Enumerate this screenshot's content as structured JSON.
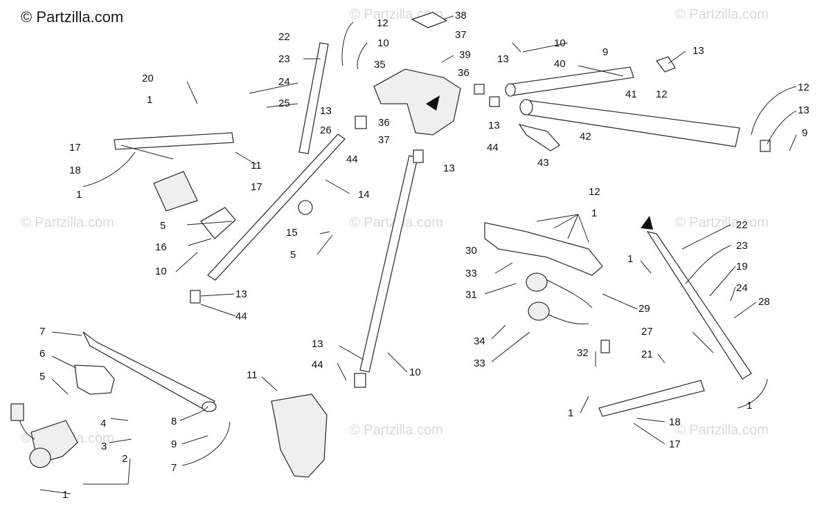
{
  "brand": {
    "text": "© Partzilla.com"
  },
  "watermark": {
    "text": "© Partzilla.com"
  },
  "callouts": [
    {
      "id": "c1",
      "label": "38"
    },
    {
      "id": "c2",
      "label": "12"
    },
    {
      "id": "c3",
      "label": "37"
    },
    {
      "id": "c4",
      "label": "22"
    },
    {
      "id": "c5",
      "label": "10"
    },
    {
      "id": "c6",
      "label": "39"
    },
    {
      "id": "c7",
      "label": "10"
    },
    {
      "id": "c8",
      "label": "9"
    },
    {
      "id": "c9",
      "label": "13"
    },
    {
      "id": "c10",
      "label": "23"
    },
    {
      "id": "c11",
      "label": "35"
    },
    {
      "id": "c12",
      "label": "36"
    },
    {
      "id": "c13",
      "label": "13"
    },
    {
      "id": "c14",
      "label": "40"
    },
    {
      "id": "c15",
      "label": "20"
    },
    {
      "id": "c16",
      "label": "24"
    },
    {
      "id": "c17",
      "label": "12"
    },
    {
      "id": "c18",
      "label": "12"
    },
    {
      "id": "c19",
      "label": "1"
    },
    {
      "id": "c20",
      "label": "25"
    },
    {
      "id": "c21",
      "label": "41"
    },
    {
      "id": "c22",
      "label": "13"
    },
    {
      "id": "c23",
      "label": "13"
    },
    {
      "id": "c24",
      "label": "13"
    },
    {
      "id": "c25",
      "label": "26"
    },
    {
      "id": "c26",
      "label": "36"
    },
    {
      "id": "c27",
      "label": "9"
    },
    {
      "id": "c28",
      "label": "37"
    },
    {
      "id": "c29",
      "label": "42"
    },
    {
      "id": "c30",
      "label": "17"
    },
    {
      "id": "c31",
      "label": "44"
    },
    {
      "id": "c32",
      "label": "44"
    },
    {
      "id": "c33",
      "label": "11"
    },
    {
      "id": "c34",
      "label": "18"
    },
    {
      "id": "c35",
      "label": "13"
    },
    {
      "id": "c36",
      "label": "43"
    },
    {
      "id": "c37",
      "label": "17"
    },
    {
      "id": "c38",
      "label": "14"
    },
    {
      "id": "c39",
      "label": "1"
    },
    {
      "id": "c40",
      "label": "12"
    },
    {
      "id": "c41",
      "label": "1"
    },
    {
      "id": "c42",
      "label": "22"
    },
    {
      "id": "c43",
      "label": "5"
    },
    {
      "id": "c44",
      "label": "15"
    },
    {
      "id": "c45",
      "label": "23"
    },
    {
      "id": "c46",
      "label": "16"
    },
    {
      "id": "c47",
      "label": "30"
    },
    {
      "id": "c48",
      "label": "5"
    },
    {
      "id": "c49",
      "label": "1"
    },
    {
      "id": "c50",
      "label": "19"
    },
    {
      "id": "c51",
      "label": "33"
    },
    {
      "id": "c52",
      "label": "10"
    },
    {
      "id": "c53",
      "label": "24"
    },
    {
      "id": "c54",
      "label": "13"
    },
    {
      "id": "c55",
      "label": "31"
    },
    {
      "id": "c56",
      "label": "28"
    },
    {
      "id": "c57",
      "label": "29"
    },
    {
      "id": "c58",
      "label": "44"
    },
    {
      "id": "c59",
      "label": "7"
    },
    {
      "id": "c60",
      "label": "27"
    },
    {
      "id": "c61",
      "label": "34"
    },
    {
      "id": "c62",
      "label": "13"
    },
    {
      "id": "c63",
      "label": "6"
    },
    {
      "id": "c64",
      "label": "32"
    },
    {
      "id": "c65",
      "label": "21"
    },
    {
      "id": "c66",
      "label": "44"
    },
    {
      "id": "c67",
      "label": "10"
    },
    {
      "id": "c68",
      "label": "33"
    },
    {
      "id": "c69",
      "label": "5"
    },
    {
      "id": "c70",
      "label": "11"
    },
    {
      "id": "c71",
      "label": "1"
    },
    {
      "id": "c72",
      "label": "1"
    },
    {
      "id": "c73",
      "label": "4"
    },
    {
      "id": "c74",
      "label": "8"
    },
    {
      "id": "c75",
      "label": "18"
    },
    {
      "id": "c76",
      "label": "3"
    },
    {
      "id": "c77",
      "label": "9"
    },
    {
      "id": "c78",
      "label": "17"
    },
    {
      "id": "c79",
      "label": "2"
    },
    {
      "id": "c80",
      "label": "7"
    },
    {
      "id": "c81",
      "label": "1"
    }
  ]
}
